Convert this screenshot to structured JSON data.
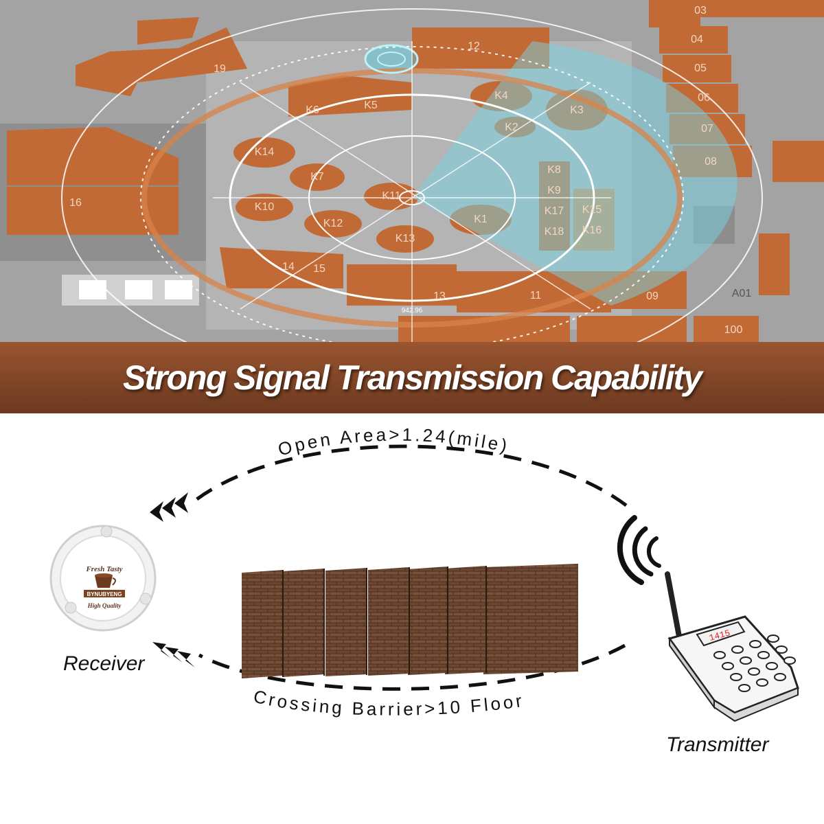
{
  "banner": {
    "title": "Strong Signal Transmission Capability"
  },
  "map": {
    "zone_labels": [
      "03",
      "04",
      "05",
      "06",
      "07",
      "08",
      "09",
      "100",
      "11",
      "12",
      "13",
      "14",
      "15",
      "16",
      "19",
      "K1",
      "K2",
      "K3",
      "K4",
      "K5",
      "K6",
      "K7",
      "K8",
      "K9",
      "K10",
      "K11",
      "K12",
      "K13",
      "K14",
      "K15",
      "K16",
      "K17",
      "K18",
      "A01"
    ],
    "radar_readout": "942.96"
  },
  "diagram": {
    "open_area_label": "Open Area>1.24(mile)",
    "barrier_label": "Crossing Barrier>10  Floor",
    "receiver_label": "Receiver",
    "transmitter_label": "Transmitter",
    "transmitter_display": "1415",
    "receiver_logo": {
      "line1": "Fresh Tasty",
      "line2": "BYNUBYENG",
      "line3": "High Quality"
    },
    "colors": {
      "brick": "#6d4a33",
      "banner": "#8a4a28",
      "map_tile": "#c26a35",
      "signal": "#111111"
    }
  }
}
